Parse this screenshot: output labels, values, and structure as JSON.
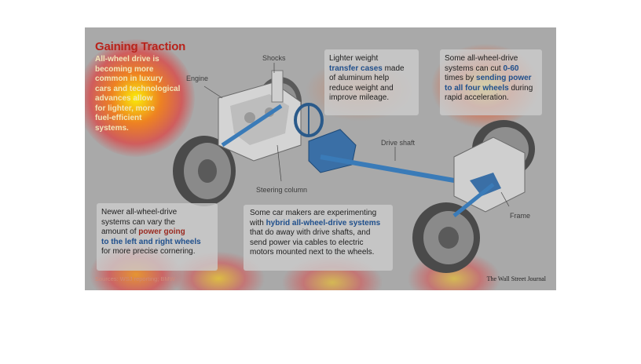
{
  "title": "Gaining Traction",
  "intro_lines": [
    "All-wheel drive is",
    "becoming more",
    "common in luxury",
    "cars and technological",
    "advances allow",
    "for lighter, more",
    "fuel-efficient",
    "systems."
  ],
  "labels": {
    "engine": "Engine",
    "shocks": "Shocks",
    "drive_shaft": "Drive shaft",
    "steering_column": "Steering column",
    "frame": "Frame"
  },
  "box_transfer": {
    "line1": "Lighter weight",
    "hl": "transfer cases",
    "line2_rest": " made",
    "line3": "of aluminum help",
    "line4": "reduce weight and",
    "line5": "improve mileage."
  },
  "box_060": {
    "line1": "Some all-wheel-drive",
    "line2_pre": "systems can cut ",
    "line2_hl": "0-60",
    "line3_pre": "times by ",
    "line3_hl": "sending power",
    "line4_hl": "to all four wheels",
    "line4_rest": " during",
    "line5": "rapid acceleration."
  },
  "box_newer": {
    "line1": "Newer all-wheel-drive",
    "line2": "systems can vary the",
    "line3_pre": "amount of ",
    "line3_hl": "power going",
    "line4_hl": "to the left and right wheels",
    "line5": "for more precise cornering."
  },
  "box_hybrid": {
    "line1": "Some car makers are experimenting",
    "line2_pre": "with ",
    "line2_hl": "hybrid all-wheel-drive systems",
    "line3": "that do away with drive shafts, and",
    "line4": "send power via cables to electric",
    "line5": "motors mounted next to the wheels."
  },
  "source": "Sources: WSJ reporting; BMW",
  "credit": "The Wall Street Journal",
  "colors": {
    "title": "#b8241c",
    "highlight": "#1f4f8c",
    "panel": "#a9a9a9"
  }
}
